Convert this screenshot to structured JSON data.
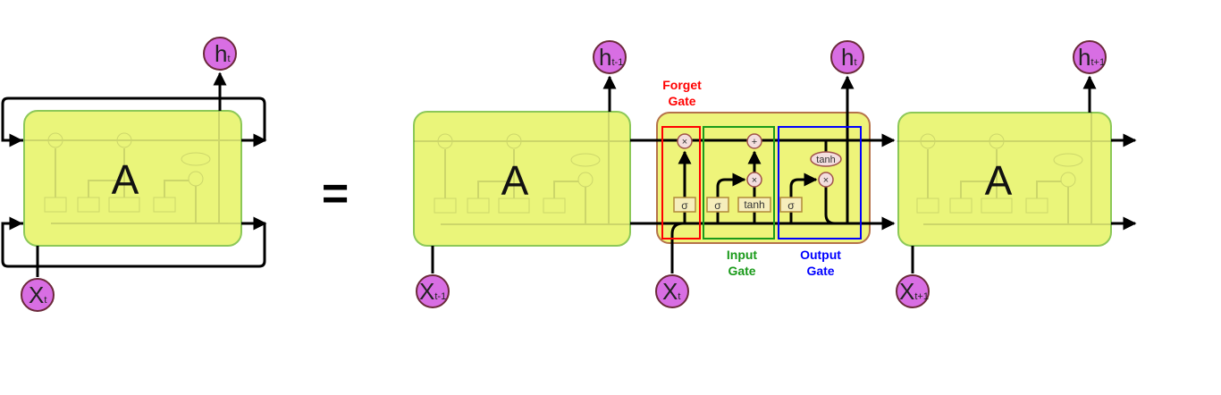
{
  "diagram": {
    "title": "LSTM unrolled",
    "cell_label": "A",
    "equals": "=",
    "rolled": {
      "input": {
        "main": "X",
        "sub": "t"
      },
      "output": {
        "main": "h",
        "sub": "t"
      }
    },
    "unrolled": [
      {
        "input": {
          "main": "X",
          "sub": "t-1"
        },
        "output": {
          "main": "h",
          "sub": "t-1"
        }
      },
      {
        "input": {
          "main": "X",
          "sub": "t"
        },
        "output": {
          "main": "h",
          "sub": "t"
        }
      },
      {
        "input": {
          "main": "X",
          "sub": "t+1"
        },
        "output": {
          "main": "h",
          "sub": "t+1"
        }
      }
    ],
    "gates": {
      "forget": {
        "line1": "Forget",
        "line2": "Gate",
        "color": "#ff0000"
      },
      "input": {
        "line1": "Input",
        "line2": "Gate",
        "color": "#1a9a1a"
      },
      "output": {
        "line1": "Output",
        "line2": "Gate",
        "color": "#0000ff"
      }
    },
    "ops": {
      "multiply": "×",
      "add": "+",
      "sigma": "σ",
      "tanh": "tanh"
    }
  }
}
